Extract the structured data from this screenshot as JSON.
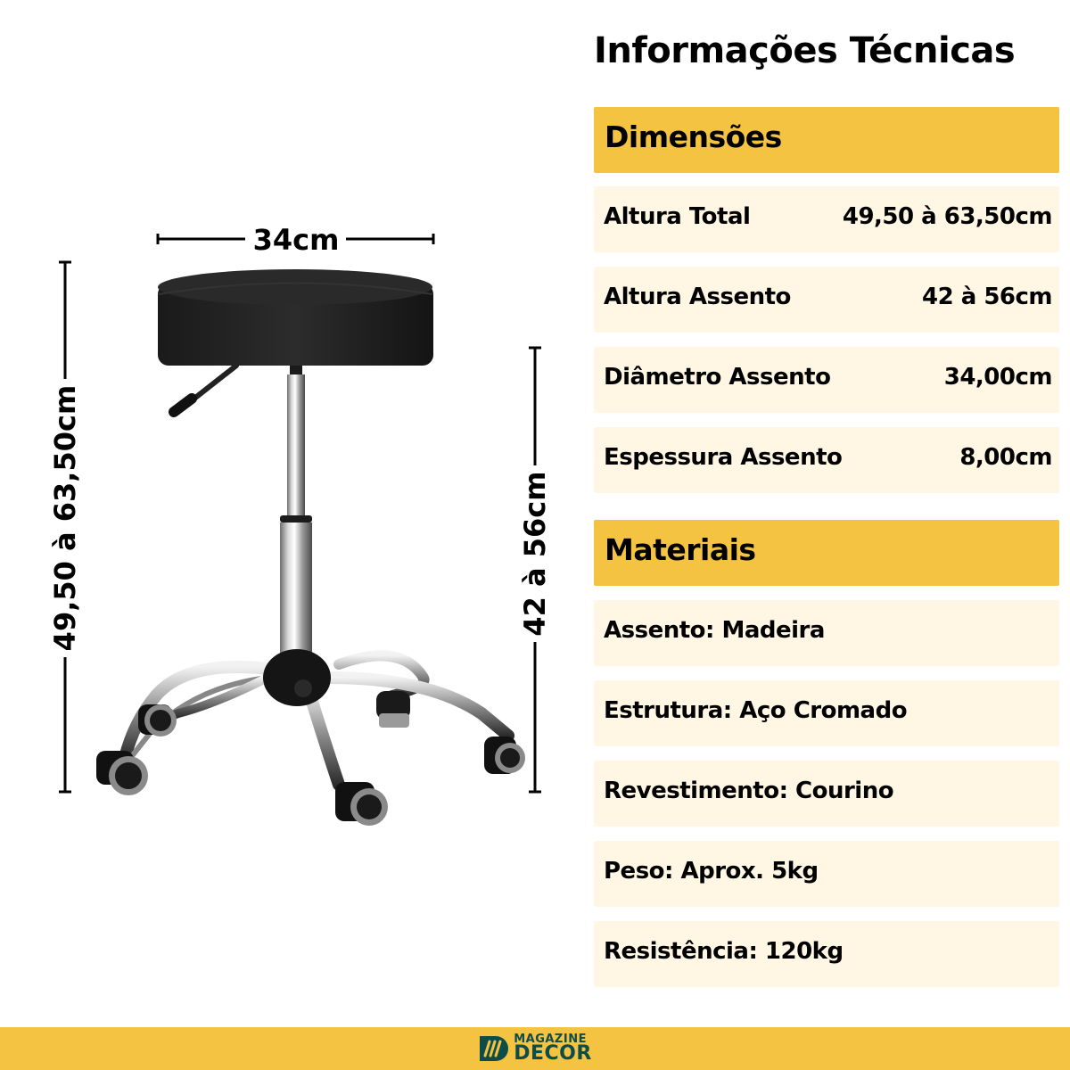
{
  "title": "Informações Técnicas",
  "colors": {
    "header_bg": "#f4c342",
    "row_bg": "#fff7e4",
    "footer_bg": "#f4c342",
    "logo_color": "#0e4c4a",
    "text": "#000000"
  },
  "dimensions": {
    "header": "Dimensões",
    "rows": [
      {
        "label": "Altura Total",
        "value": "49,50 à 63,50cm"
      },
      {
        "label": "Altura Assento",
        "value": "42 à 56cm"
      },
      {
        "label": "Diâmetro Assento",
        "value": "34,00cm"
      },
      {
        "label": "Espessura Assento",
        "value": "8,00cm"
      }
    ]
  },
  "materials": {
    "header": "Materiais",
    "rows": [
      {
        "text": "Assento: Madeira"
      },
      {
        "text": "Estrutura: Aço Cromado"
      },
      {
        "text": "Revestimento: Courino"
      },
      {
        "text": "Peso: Aprox. 5kg"
      },
      {
        "text": "Resistência: 120kg"
      }
    ]
  },
  "diagram": {
    "width_label": "34cm",
    "total_height_label": "49,50 à 63,50cm",
    "seat_height_label": "42 à 56cm",
    "product": "round-stool-with-casters"
  },
  "footer": {
    "logo_top": "MAGAZINE",
    "logo_bottom": "DECOR"
  }
}
